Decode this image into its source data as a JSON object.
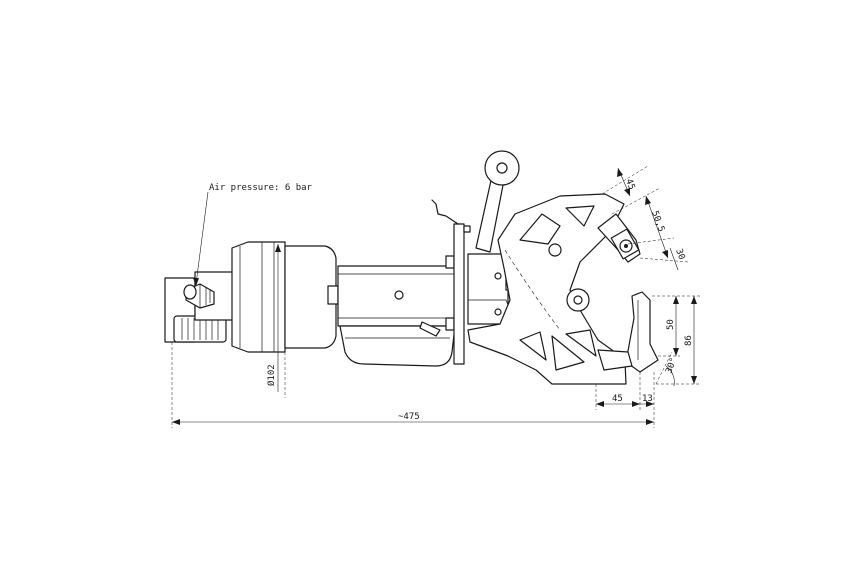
{
  "annotations": {
    "air_pressure": "Air pressure: 6 bar"
  },
  "dimensions": {
    "overall_length": "~475",
    "diameter": "Ø102",
    "jaw_offset": "45",
    "jaw_tip": "13",
    "height_lower": "50",
    "height_total": "86",
    "angle": "30°",
    "arm_top": "45",
    "arm_mid": "50,5",
    "arm_low": "30"
  }
}
